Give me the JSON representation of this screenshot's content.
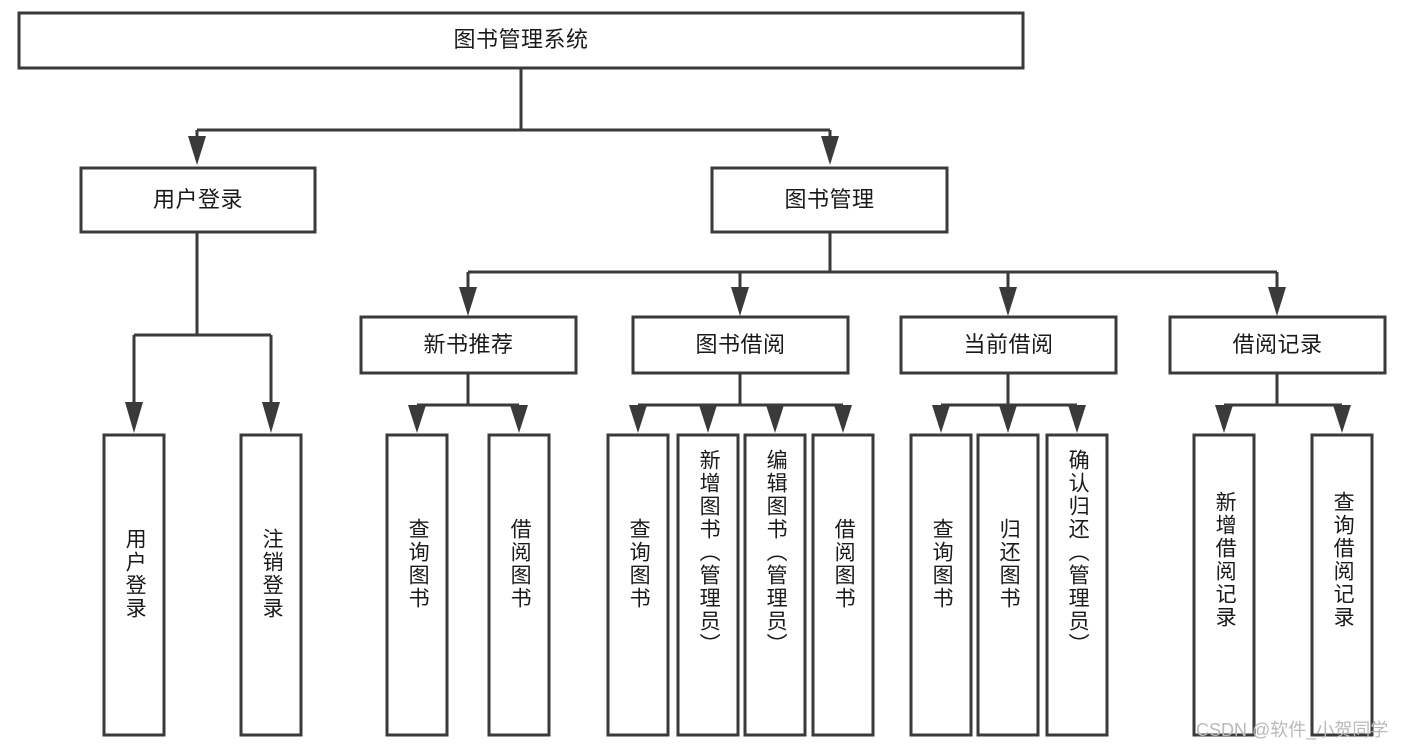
{
  "diagram": {
    "type": "hierarchy-tree",
    "title": "图书管理系统",
    "watermark": "CSDN @软件_小贺同学",
    "colors": {
      "stroke": "#3a3a3a",
      "fill": "#ffffff",
      "text": "#1a1a1a",
      "watermark": "#b9b9b9"
    },
    "nodes": {
      "root": {
        "label": "图书管理系统",
        "level": 0
      },
      "l1": [
        {
          "id": "user-login",
          "label": "用户登录"
        },
        {
          "id": "book-manage",
          "label": "图书管理"
        }
      ],
      "l2": [
        {
          "id": "new-book-rec",
          "label": "新书推荐",
          "parent": "book-manage"
        },
        {
          "id": "book-borrow",
          "label": "图书借阅",
          "parent": "book-manage"
        },
        {
          "id": "current-borrow",
          "label": "当前借阅",
          "parent": "book-manage"
        },
        {
          "id": "borrow-record",
          "label": "借阅记录",
          "parent": "book-manage"
        }
      ],
      "leaves": [
        {
          "id": "leaf-user-login",
          "label": "用户登录",
          "parent": "user-login"
        },
        {
          "id": "leaf-logout",
          "label": "注销登录",
          "parent": "user-login"
        },
        {
          "id": "leaf-query-book-1",
          "label": "查询图书",
          "parent": "new-book-rec"
        },
        {
          "id": "leaf-borrow-book-1",
          "label": "借阅图书",
          "parent": "new-book-rec"
        },
        {
          "id": "leaf-query-book-2",
          "label": "查询图书",
          "parent": "book-borrow"
        },
        {
          "id": "leaf-add-book",
          "label": "新增图书（管理员）",
          "parent": "book-borrow"
        },
        {
          "id": "leaf-edit-book",
          "label": "编辑图书（管理员）",
          "parent": "book-borrow"
        },
        {
          "id": "leaf-borrow-book-2",
          "label": "借阅图书",
          "parent": "book-borrow"
        },
        {
          "id": "leaf-query-book-3",
          "label": "查询图书",
          "parent": "current-borrow"
        },
        {
          "id": "leaf-return-book",
          "label": "归还图书",
          "parent": "current-borrow"
        },
        {
          "id": "leaf-confirm-return",
          "label": "确认归还（管理员）",
          "parent": "current-borrow"
        },
        {
          "id": "leaf-add-record",
          "label": "新增借阅记录",
          "parent": "borrow-record"
        },
        {
          "id": "leaf-query-record",
          "label": "查询借阅记录",
          "parent": "borrow-record"
        }
      ]
    }
  }
}
